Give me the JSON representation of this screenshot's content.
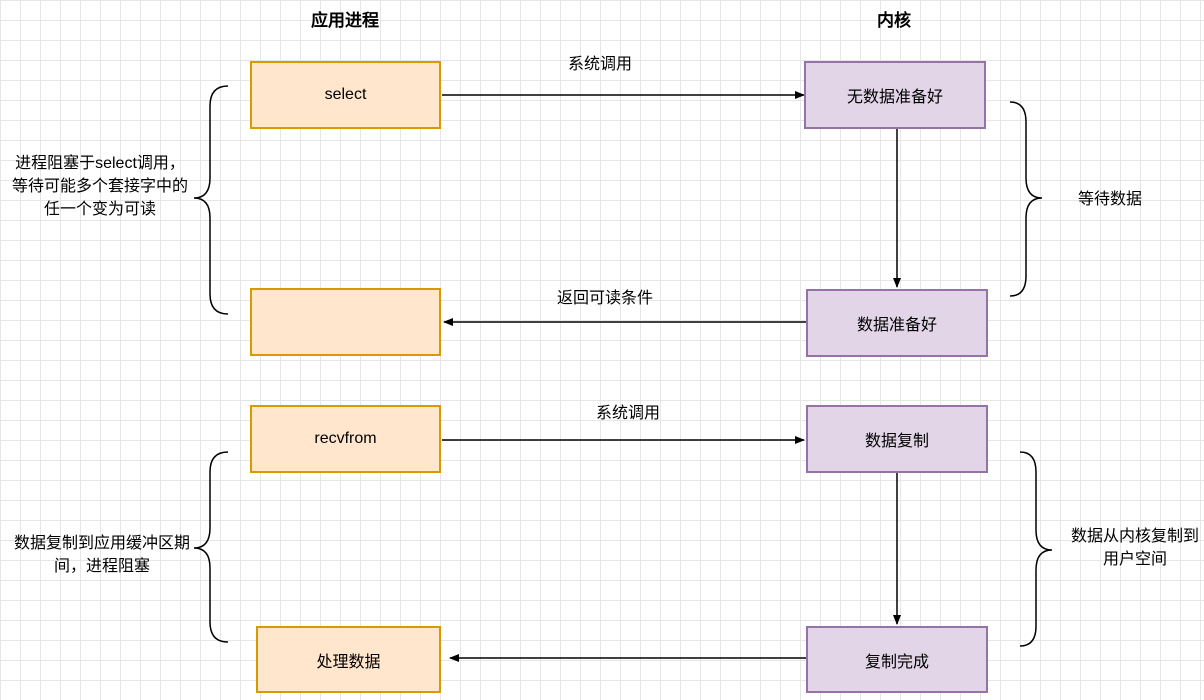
{
  "headers": {
    "app": "应用进程",
    "kernel": "内核"
  },
  "boxes": {
    "select": "select",
    "readable_result": "",
    "recvfrom": "recvfrom",
    "process": "处理数据",
    "no_data": "无数据准备好",
    "data_ready": "数据准备好",
    "copy_data": "数据复制",
    "copy_done": "复制完成"
  },
  "arrows": {
    "syscall_1": "系统调用",
    "return_readable": "返回可读条件",
    "syscall_2": "系统调用"
  },
  "notes": {
    "left_1": "进程阻塞于select调用，等待可能多个套接字中的任一个变为可读",
    "left_2": "数据复制到应用缓冲区期间，进程阻塞",
    "right_1": "等待数据",
    "right_2": "数据从内核复制到用户空间"
  },
  "colors": {
    "app_fill": "#ffe6cc",
    "app_stroke": "#d79b00",
    "kernel_fill": "#e1d5e7",
    "kernel_stroke": "#9673a6"
  }
}
